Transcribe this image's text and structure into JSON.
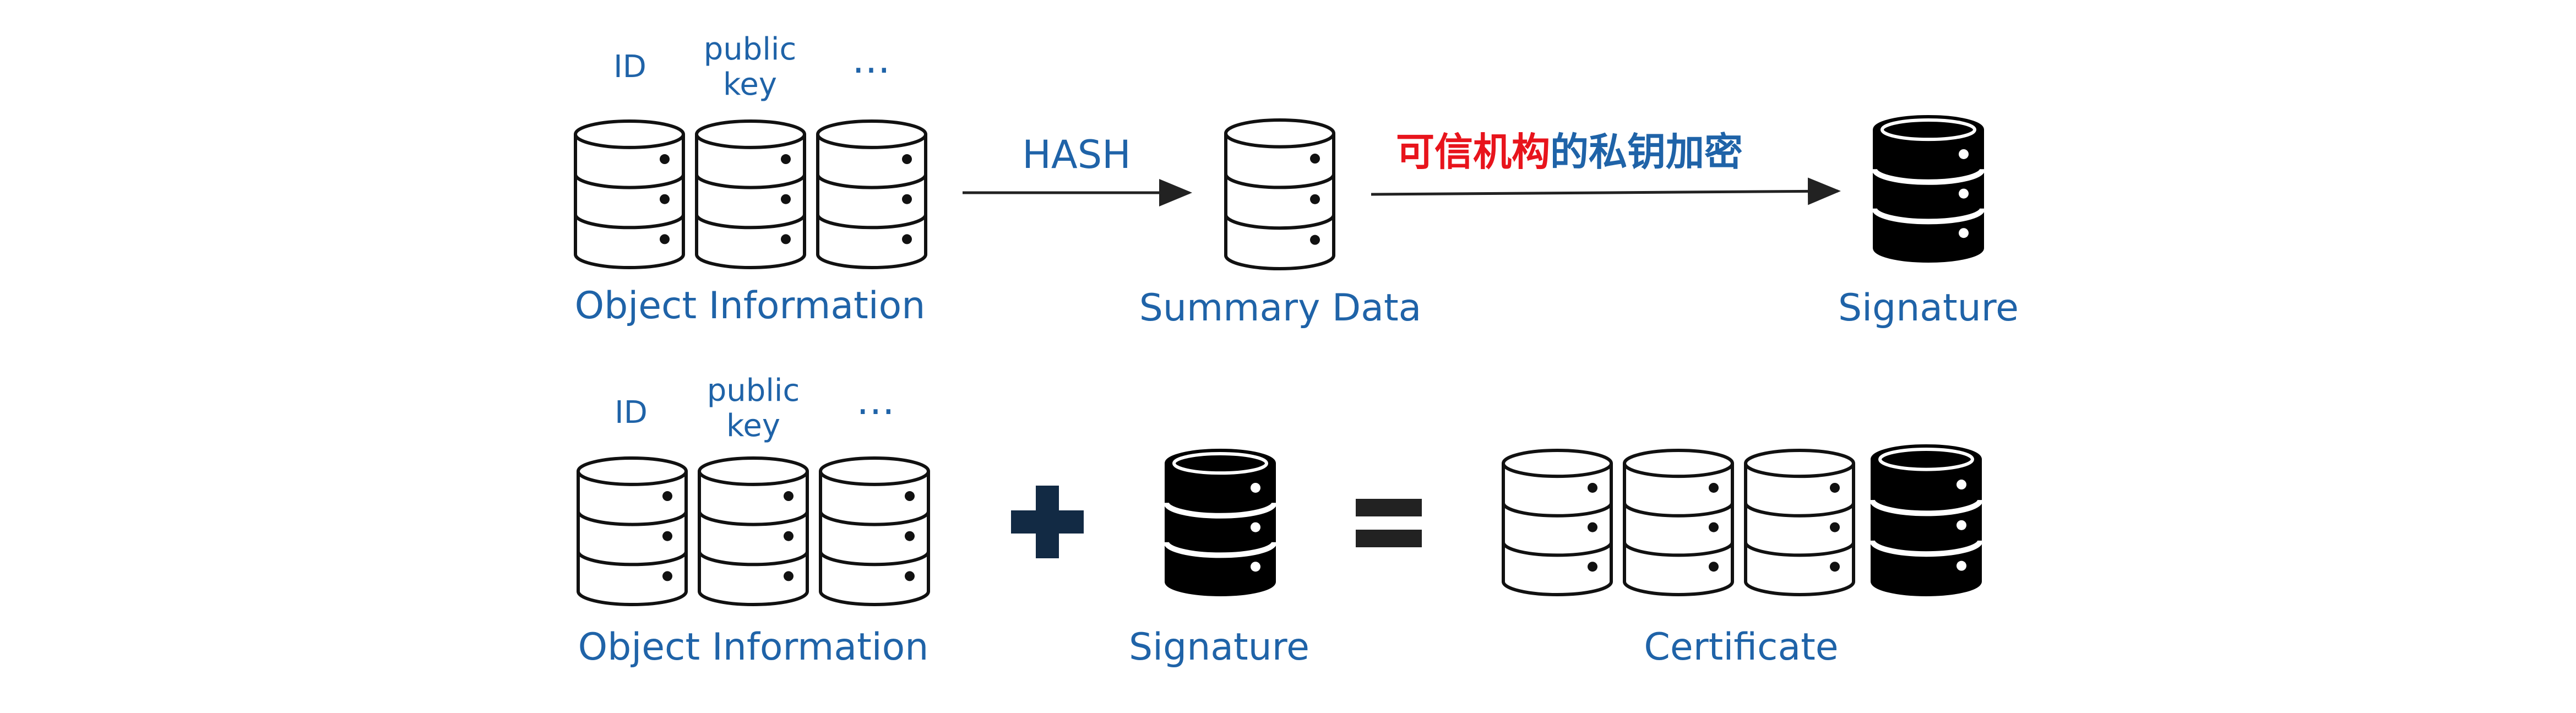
{
  "row1": {
    "field_labels": [
      "ID",
      "public key",
      "…"
    ],
    "field_label_lines": [
      [
        "ID"
      ],
      [
        "public",
        "key"
      ],
      [
        "…"
      ]
    ],
    "object_caption": "Object Information",
    "hash_label": "HASH",
    "summary_caption": "Summary Data",
    "encrypt_label_red": "可信机构",
    "encrypt_label_blue": "的私钥加密",
    "signature_caption": "Signature"
  },
  "row2": {
    "field_labels": [
      "ID",
      "public key",
      "…"
    ],
    "field_label_lines": [
      [
        "ID"
      ],
      [
        "public",
        "key"
      ],
      [
        "…"
      ]
    ],
    "object_caption": "Object Information",
    "plus_symbol": "+",
    "signature_caption": "Signature",
    "equals_symbol": "=",
    "certificate_caption": "Certificate"
  },
  "colors": {
    "label_blue": "#1f63a8",
    "encrypt_red": "#e8141c",
    "encrypt_blue": "#1f63a8",
    "outline": "#111111",
    "filled": "#000000",
    "plus": "#122a44",
    "equals": "#222222"
  },
  "icons": {
    "plain_record": "database-outline-icon",
    "signed_record": "database-filled-icon"
  }
}
